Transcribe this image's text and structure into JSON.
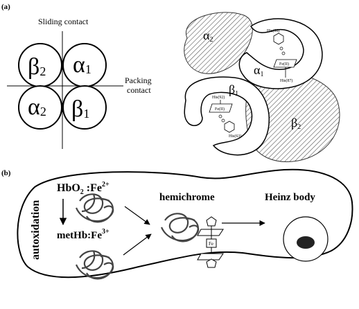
{
  "panel_a": {
    "label": "(a)",
    "sliding_contact": "Sliding contact",
    "packing_contact_1": "Packing",
    "packing_contact_2": "contact",
    "subunits": {
      "tl": "β",
      "tl_sub": "2",
      "tr": "α",
      "tr_sub": "1",
      "bl": "α",
      "bl_sub": "2",
      "br": "β",
      "br_sub": "1"
    },
    "structure": {
      "alpha2": "α",
      "alpha2_sub": "2",
      "alpha1": "α",
      "alpha1_sub": "1",
      "beta1": "β",
      "beta1_sub": "1",
      "beta2": "β",
      "beta2_sub": "2",
      "his58": "His(58)",
      "his87": "His(87)",
      "his92": "His(92)",
      "his63": "His(63)",
      "fe_a": "Fe(II)",
      "fe_b": "Fe(II)"
    }
  },
  "panel_b": {
    "label": "(b)",
    "hbo2": "HbO",
    "hbo2_sub": "2",
    "hbo2_rest": " :Fe",
    "hbo2_sup": "2+",
    "methb": "metHb:Fe",
    "methb_sup": "3+",
    "autoxidation": "autoxidation",
    "hemichrome": "hemichrome",
    "heinz": "Heinz body",
    "fe": "Fe"
  }
}
